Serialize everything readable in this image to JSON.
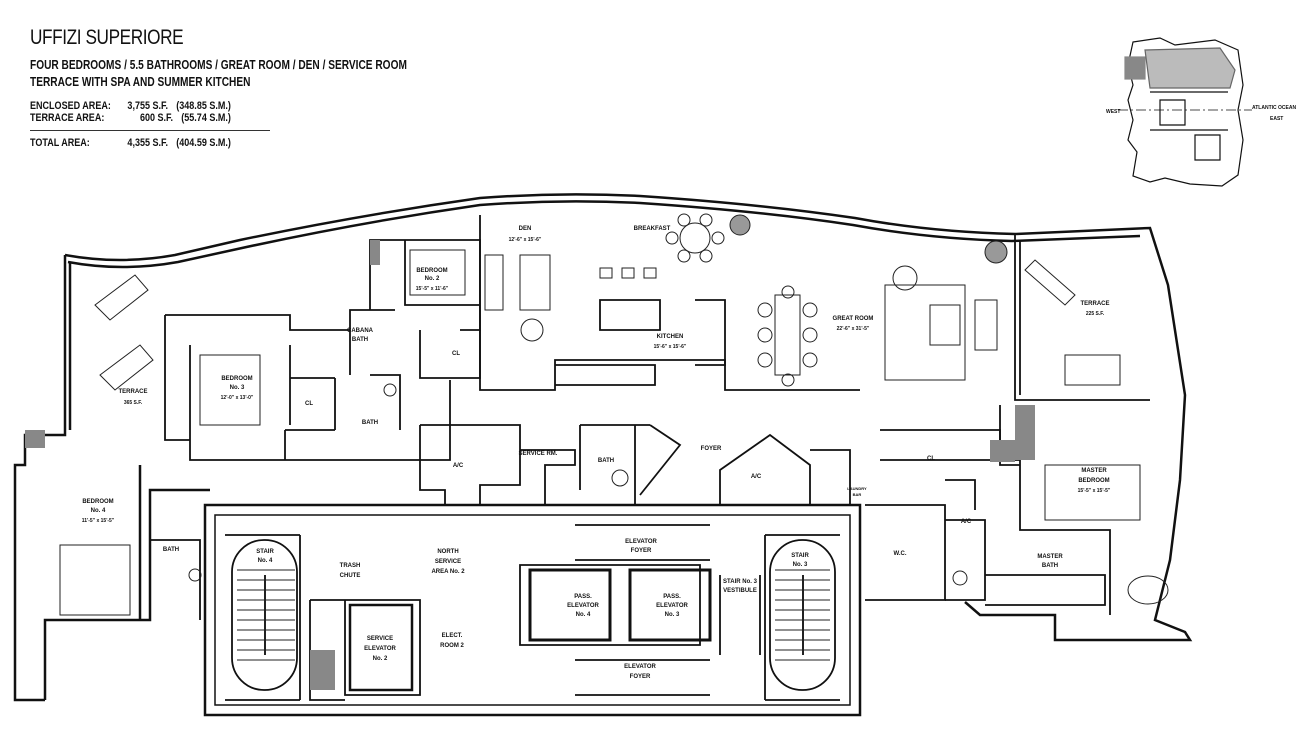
{
  "header": {
    "title": "UFFIZI SUPERIORE",
    "subtitle_1": "FOUR BEDROOMS / 5.5 BATHROOMS / GREAT ROOM / DEN / SERVICE ROOM",
    "subtitle_2": "TERRACE WITH SPA AND SUMMER KITCHEN"
  },
  "areas": [
    {
      "label": "ENCLOSED AREA:",
      "value": "3,755 S.F.",
      "metric": "(348.85 S.M.)"
    },
    {
      "label": "TERRACE AREA:",
      "value": "600 S.F.",
      "metric": "(55.74 S.M.)"
    },
    {
      "label": "TOTAL AREA:",
      "value": "4,355 S.F.",
      "metric": "(404.59 S.M.)"
    }
  ],
  "keyplan": {
    "west": "WEST",
    "east_1": "ATLANTIC OCEAN",
    "east_2": "EAST"
  },
  "rooms": {
    "den": {
      "name": "DEN",
      "dim": "12'-6\" x 15'-6\""
    },
    "breakfast": {
      "name": "BREAKFAST"
    },
    "bedroom2": {
      "name_1": "BEDROOM",
      "name_2": "No. 2",
      "dim": "15'-5\" x 11'-6\""
    },
    "cabana": {
      "name_1": "CABANA",
      "name_2": "BATH"
    },
    "cl_a": "CL",
    "kitchen": {
      "name": "KITCHEN",
      "dim": "15'-6\" x 15'-6\""
    },
    "great_room": {
      "name": "GREAT ROOM",
      "dim": "22'-6\" x 31'-5\""
    },
    "terrace_right": {
      "name": "TERRACE",
      "area": "225 S.F."
    },
    "terrace_left": {
      "name": "TERRACE",
      "area": "365 S.F."
    },
    "bedroom3": {
      "name_1": "BEDROOM",
      "name_2": "No. 3",
      "dim": "12'-0\" x 13'-0\""
    },
    "cl_b": "CL",
    "bath_b3": "BATH",
    "bedroom4": {
      "name_1": "BEDROOM",
      "name_2": "No. 4",
      "dim": "11'-5\" x 15'-5\""
    },
    "bath_b4": "BATH",
    "service_rm": "SERVICE RM.",
    "bath_service": "BATH",
    "foyer": "FOYER",
    "ac_1": "A/C",
    "ac_2": "A/C",
    "ac_3": "A/C",
    "laundry": {
      "name_1": "LAUNDRY",
      "name_2": "BAR"
    },
    "cl_master": "CL",
    "master_bedroom": {
      "name_1": "MASTER",
      "name_2": "BEDROOM",
      "dim": "15'-5\" x 15'-5\""
    },
    "wic": "W.C.",
    "master_bath": {
      "name_1": "MASTER",
      "name_2": "BATH"
    },
    "stair4": {
      "name_1": "STAIR",
      "name_2": "No. 4"
    },
    "trash": {
      "name_1": "TRASH",
      "name_2": "CHUTE"
    },
    "north_service": {
      "name_1": "NORTH",
      "name_2": "SERVICE",
      "name_3": "AREA No. 2"
    },
    "elevator_foyer_top": {
      "name_1": "ELEVATOR",
      "name_2": "FOYER"
    },
    "stair3": {
      "name_1": "STAIR",
      "name_2": "No. 3"
    },
    "stair3_vest": {
      "name_1": "STAIR No. 3",
      "name_2": "VESTIBULE"
    },
    "pass4": {
      "name_1": "PASS.",
      "name_2": "ELEVATOR",
      "name_3": "No. 4"
    },
    "pass3": {
      "name_1": "PASS.",
      "name_2": "ELEVATOR",
      "name_3": "No. 3"
    },
    "service_elev": {
      "name_1": "SERVICE",
      "name_2": "ELEVATOR",
      "name_3": "No. 2"
    },
    "elect": {
      "name_1": "ELECT.",
      "name_2": "ROOM 2"
    },
    "elevator_foyer_bottom": {
      "name_1": "ELEVATOR",
      "name_2": "FOYER"
    }
  }
}
